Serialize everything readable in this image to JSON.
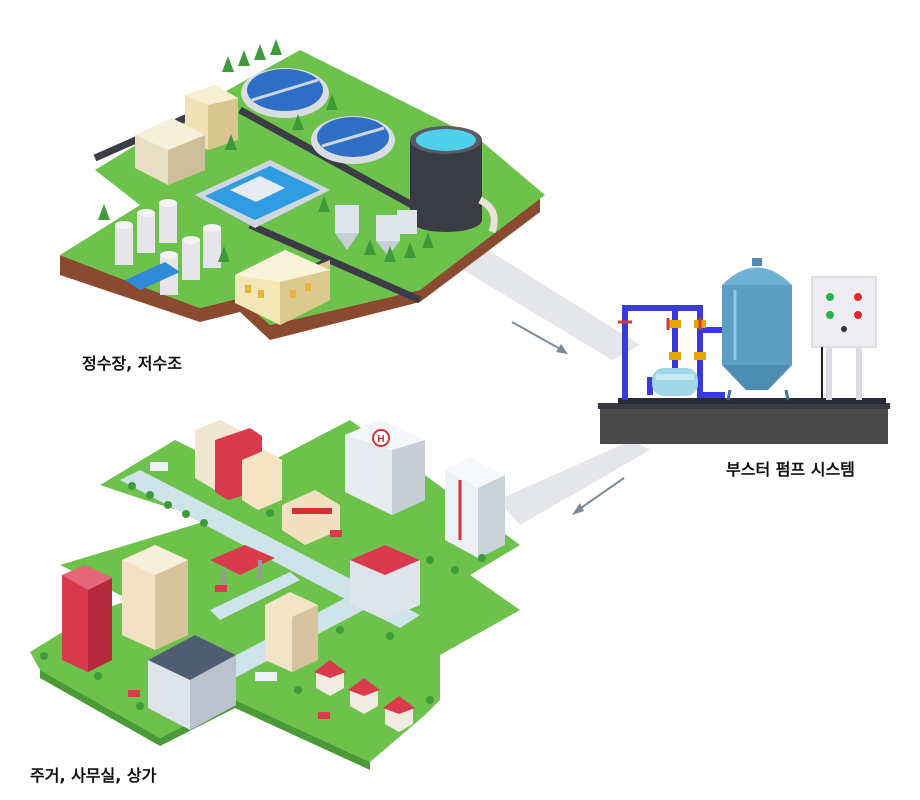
{
  "labels": {
    "plant": "정수장, 저수조",
    "booster": "부스터 펌프 시스템",
    "city": "주거, 사무실, 상가"
  },
  "icons": {
    "hospital_sign": "H"
  },
  "colors": {
    "grass": "#6cc24a",
    "soil": "#8a4a2f",
    "road": "#cfe3ea",
    "water": "#2e7fd9",
    "pump_pipe": "#3a3ad8",
    "tank": "#5c9ec4",
    "base": "#4a4a4a",
    "arrow": "#7b8a99"
  }
}
